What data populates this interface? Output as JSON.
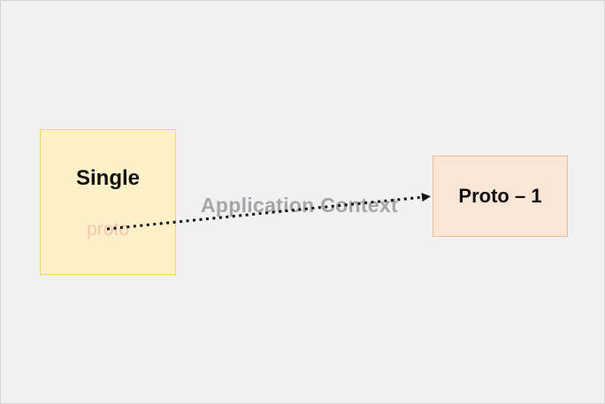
{
  "canvas": {
    "background": "#f1f1f2",
    "border_color": "#d5d5d5"
  },
  "diagram": {
    "singleton_box": {
      "label": "Single",
      "sub_label": "proto",
      "fill": "#fcf0c8",
      "border": "#f2d469",
      "label_color": "#111111",
      "sub_label_color": "#f5c5ac"
    },
    "prototype_box": {
      "label": "Proto – 1",
      "fill": "#fbe5d4",
      "border": "#f0bc92",
      "label_color": "#111111"
    },
    "connector": {
      "label": "Application Context",
      "label_color": "#a6a6aa",
      "line_color": "#111111",
      "style": "dotted-arrow"
    }
  }
}
